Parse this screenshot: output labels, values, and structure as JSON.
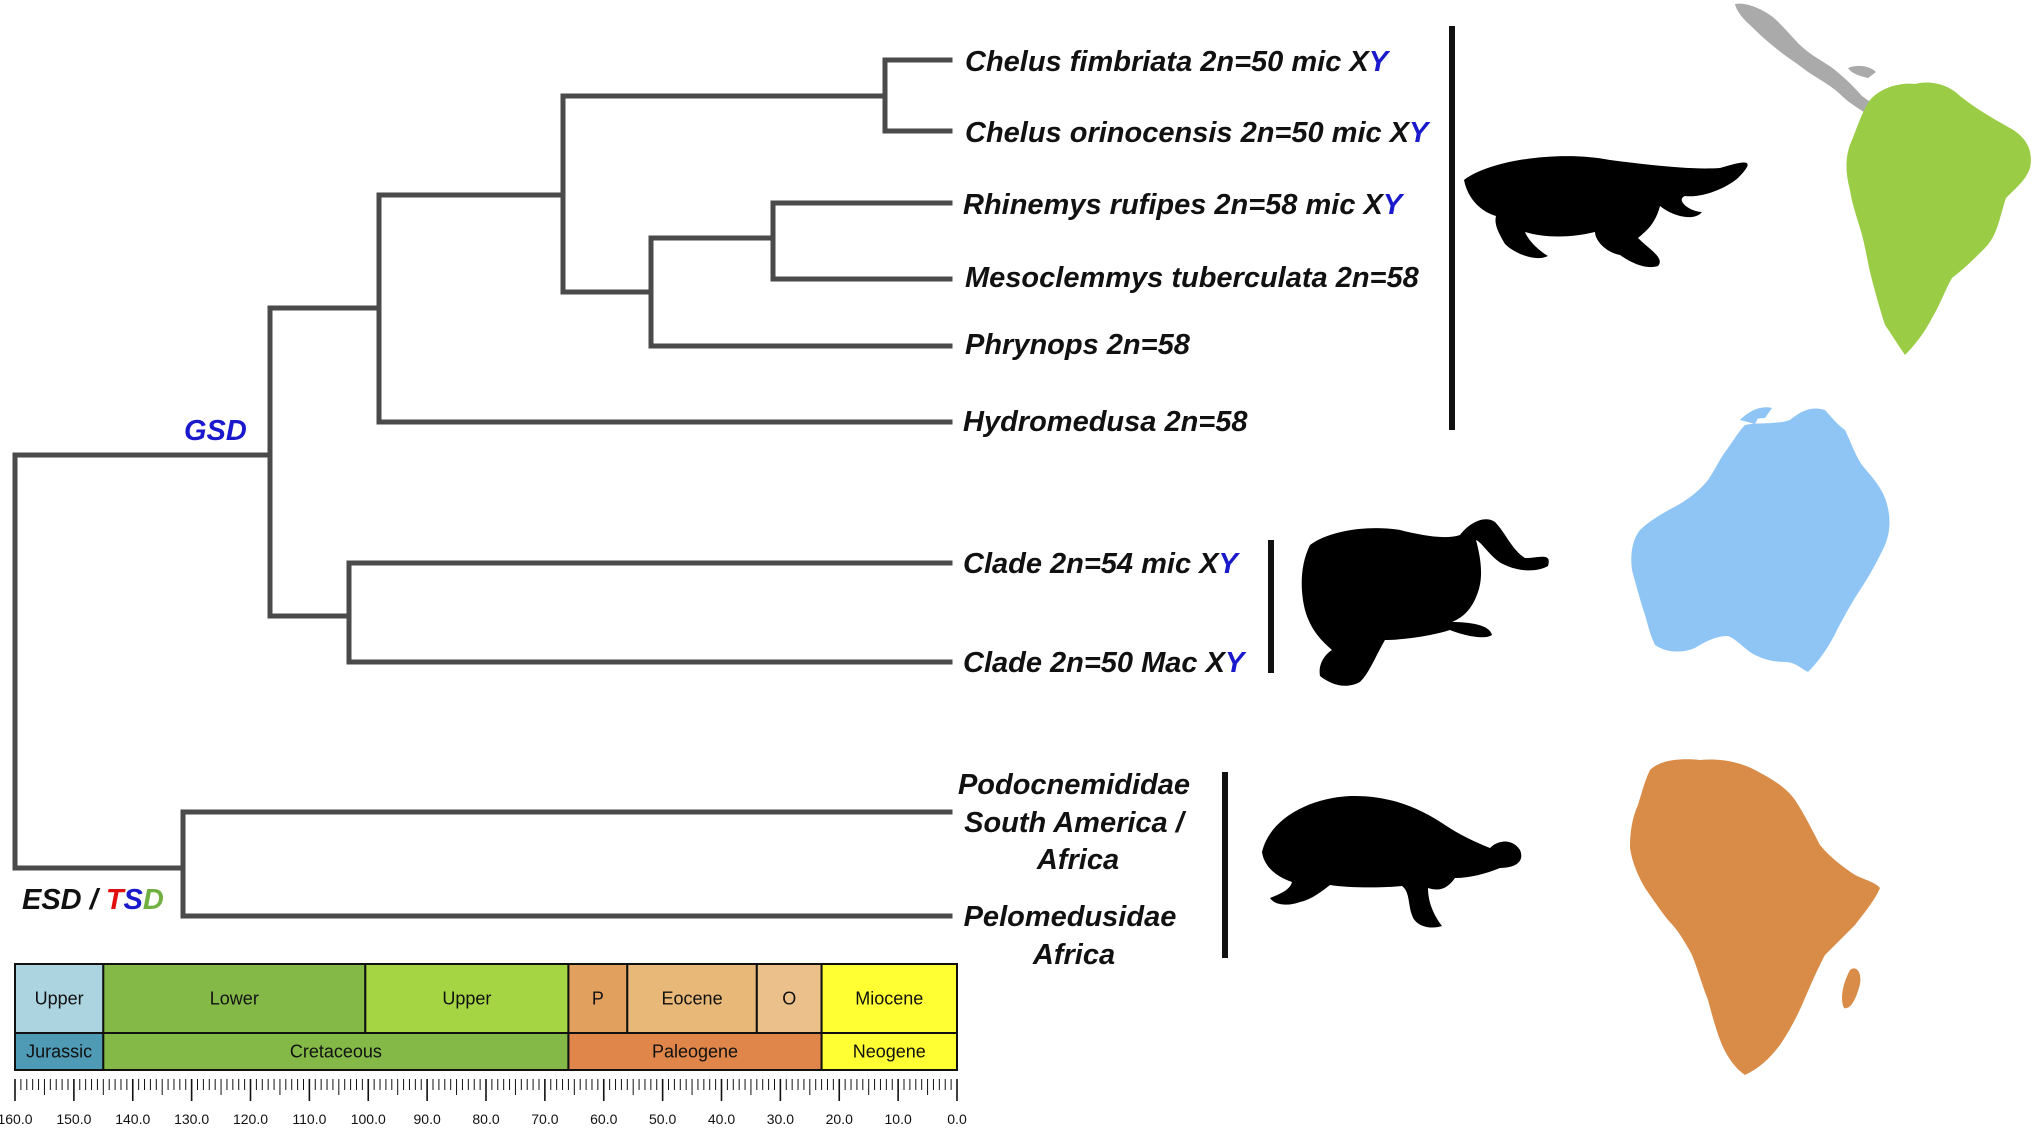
{
  "taxa": [
    {
      "id": "chelus-fimbriata",
      "label": "Chelus fimbriata 2n=50 mic X",
      "suffix": "Y"
    },
    {
      "id": "chelus-orinocensis",
      "label": "Chelus orinocensis 2n=50 mic X",
      "suffix": "Y"
    },
    {
      "id": "rhinemys-rufipes",
      "label": "Rhinemys rufipes 2n=58 mic X",
      "suffix": "Y"
    },
    {
      "id": "mesoclemmys-tuberculata",
      "label": "Mesoclemmys tuberculata 2n=58",
      "suffix": ""
    },
    {
      "id": "phrynops",
      "label": "Phrynops 2n=58",
      "suffix": ""
    },
    {
      "id": "hydromedusa",
      "label": "Hydromedusa 2n=58",
      "suffix": ""
    },
    {
      "id": "clade-54",
      "label": "Clade 2n=54 mic X",
      "suffix": "Y"
    },
    {
      "id": "clade-50",
      "label": "Clade 2n=50 Mac X",
      "suffix": "Y"
    },
    {
      "id": "podocnemididae",
      "lines": [
        "Podocnemididae",
        "South America /",
        "Africa"
      ]
    },
    {
      "id": "pelomedusidae",
      "lines": [
        "Pelomedusidae",
        "Africa"
      ]
    }
  ],
  "annotations": {
    "gsd": "GSD",
    "esd": "ESD",
    "slash": " / ",
    "tsd_t": "T",
    "tsd_s": "S",
    "tsd_d": "D"
  },
  "timescale": {
    "ticks": [
      "160.0",
      "150.0",
      "140.0",
      "130.0",
      "120.0",
      "110.0",
      "100.0",
      "90.0",
      "80.0",
      "70.0",
      "60.0",
      "50.0",
      "40.0",
      "30.0",
      "20.0",
      "10.0",
      "0.0"
    ],
    "epochs": [
      {
        "label": "Upper",
        "from": 160.0,
        "to": 145.0,
        "color": "#acd4e0"
      },
      {
        "label": "Lower",
        "from": 145.0,
        "to": 100.5,
        "color": "#84b948"
      },
      {
        "label": "Upper",
        "from": 100.5,
        "to": 66.0,
        "color": "#a6d544"
      },
      {
        "label": "P",
        "from": 66.0,
        "to": 56.0,
        "color": "#e2a05f"
      },
      {
        "label": "Eocene",
        "from": 56.0,
        "to": 34.0,
        "color": "#e8b878"
      },
      {
        "label": "O",
        "from": 34.0,
        "to": 23.0,
        "color": "#ecc08a"
      },
      {
        "label": "Miocene",
        "from": 23.0,
        "to": 0.0,
        "color": "#ffff33"
      }
    ],
    "periods": [
      {
        "label": "Jurassic",
        "from": 160.0,
        "to": 145.0,
        "color": "#4f9ab4"
      },
      {
        "label": "Cretaceous",
        "from": 145.0,
        "to": 66.0,
        "color": "#84b948"
      },
      {
        "label": "Paleogene",
        "from": 66.0,
        "to": 23.0,
        "color": "#e0864a"
      },
      {
        "label": "Neogene",
        "from": 23.0,
        "to": 0.0,
        "color": "#ffff33"
      }
    ]
  },
  "colors": {
    "branch": "#4a4a4a",
    "south_america": "#9bcc45",
    "central_america": "#aaaaaa",
    "australia": "#8ec5f5",
    "africa": "#d98c48",
    "silhouette": "#000000"
  },
  "icons": [
    "snake-neck-turtle-silhouette",
    "side-neck-turtle-silhouette",
    "helmeted-turtle-silhouette",
    "south-america-map",
    "australia-map",
    "africa-map"
  ]
}
